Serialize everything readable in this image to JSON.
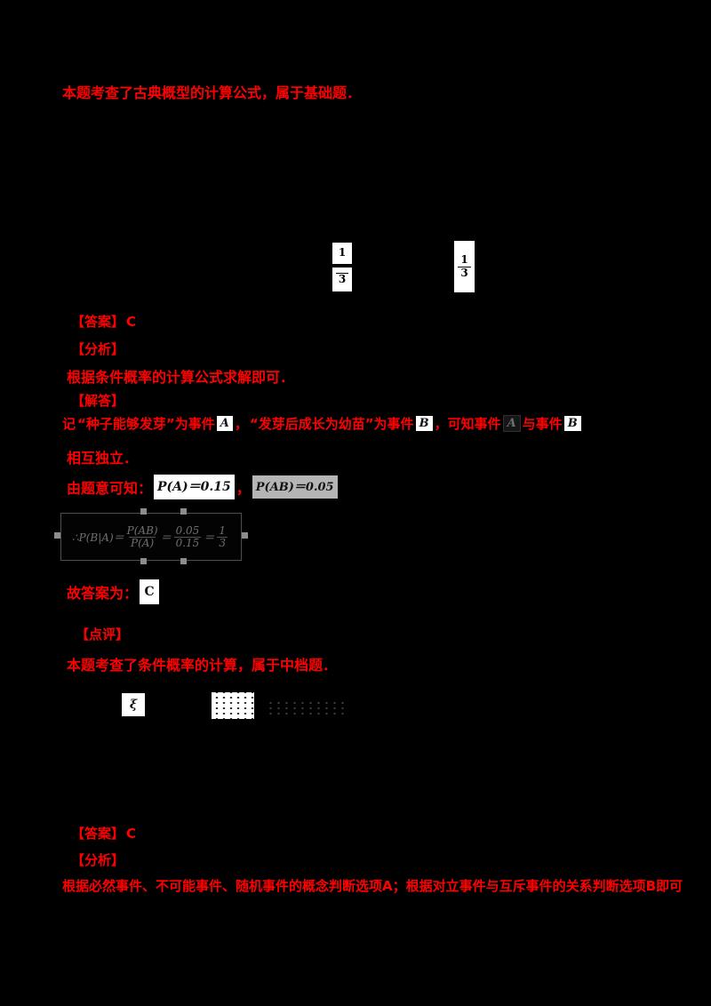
{
  "page": {
    "background": "#000000",
    "accent_red": "#ff0000"
  },
  "prev_review": {
    "text": "本题考查了古典概型的计算公式，属于基础题．"
  },
  "question_fractions": {
    "frac_a": {
      "num": "1",
      "den": "3"
    },
    "frac_b": {
      "num": "1",
      "den": "3"
    }
  },
  "solution_block": {
    "answer_label": "【答案】",
    "answer_value": "C",
    "analysis_label": "【分析】",
    "analysis_text": "根据条件概率的计算公式求解即可．",
    "solve_label": "【解答】",
    "line1": {
      "p0": "记",
      "p1": "“种子能够发芽”为事件",
      "chip_a": "A",
      "p2": "，",
      "p3": "“发芽后成长为幼苗”为事件",
      "chip_b": "B",
      "p4": "，可知事件",
      "chip_a2": "A",
      "p5": "与事件",
      "chip_b2": "B"
    },
    "line2": "相互独立．",
    "line3": {
      "label": "由题意可知：",
      "formula1": "P(A)＝0.15",
      "comma": "，",
      "formula2": "P(AB)＝0.05"
    },
    "boxed_formula": {
      "prefix": "∴P(B|A)＝",
      "frac1": {
        "num": "P(AB)",
        "den": "P(A)"
      },
      "eq1": "＝",
      "frac2": {
        "num": "0.05",
        "den": "0.15"
      },
      "eq2": "＝",
      "frac3": {
        "num": "1",
        "den": "3"
      }
    },
    "conclusion": {
      "label": "故答案为：",
      "chip": "C"
    },
    "comment_label": "【点评】",
    "comment_text": "本题考查了条件概率的计算，属于中档题．"
  },
  "next_question_formulas": {
    "chip1": "ξ",
    "chip2": "",
    "faint_formula": ""
  },
  "last_block": {
    "answer_label": "【答案】",
    "answer_value": "C",
    "analysis_label": "【分析】",
    "analysis_text": "根据必然事件、不可能事件、随机事件的概念判断选项A；根据对立事件与互斥事件的关系判断选项B即可"
  }
}
